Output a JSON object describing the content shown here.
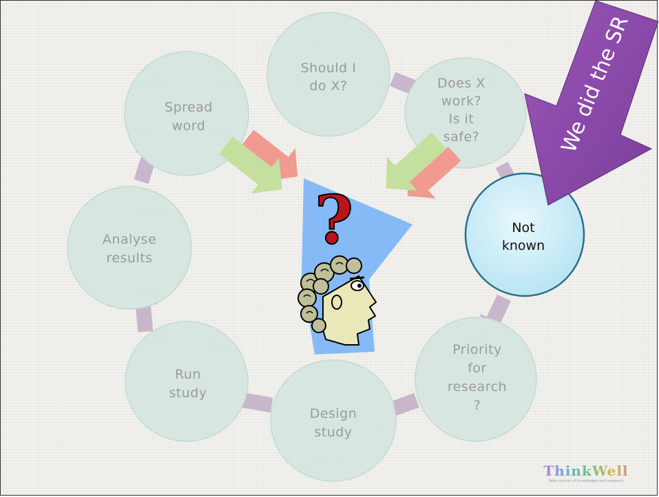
{
  "nodes": {
    "should_do_x": [
      "Should I",
      "do X?"
    ],
    "does_x_work": [
      "Does X",
      "work?",
      "Is it",
      "safe?"
    ],
    "not_known": [
      "Not",
      "known"
    ],
    "priority": [
      "Priority",
      "for",
      "research",
      "?"
    ],
    "design_study": [
      "Design",
      "study"
    ],
    "run_study": [
      "Run",
      "study"
    ],
    "analyse_results": [
      "Analyse",
      "results"
    ],
    "spread_word": [
      "Spread",
      "word"
    ]
  },
  "banner": {
    "label": "We did the SR"
  },
  "center": {
    "symbol": "?"
  },
  "logo": {
    "title": "ThinkWell",
    "tagline": "Take control of knowledge and research"
  },
  "colors": {
    "node_fill": "#dcebe6",
    "node_border": "#c5dcd5",
    "node_text": "#9a9a9a",
    "active_node_fill": "#ccecf6",
    "active_node_border": "#2b6d8a",
    "cycle_arrow": "#c7b6cc",
    "green_arrow": "#c5df9e",
    "red_arrow": "#f09a90",
    "banner": "#8a4aa8",
    "blue_panel": "#86baf6",
    "question_mark": "#b8141a"
  }
}
